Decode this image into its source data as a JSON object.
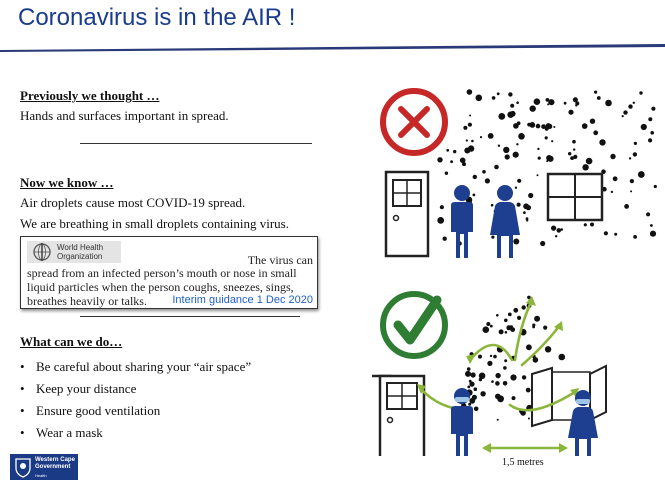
{
  "slide": {
    "title": "Coronavirus is in the AIR !",
    "section1": {
      "heading": "Previously we thought …",
      "text": "Hands and surfaces important in spread."
    },
    "section2": {
      "heading": "Now we know …",
      "line1": "Air droplets cause most COVID-19 spread.",
      "line2": "We are breathing in small droplets containing virus."
    },
    "who_quote": {
      "org_line1": "World Health",
      "org_line2": "Organization",
      "line1": "The virus can",
      "line2": "spread from an infected person’s mouth or nose in small",
      "line3": "liquid particles when the person coughs, sneezes, sings,",
      "line4": "breathes heavily or talks.",
      "source": "Interim guidance 1 Dec 2020"
    },
    "section3": {
      "heading": "What can we do…",
      "items": [
        "Be careful about sharing your “air space”",
        "Keep your distance",
        "Ensure good ventilation",
        "Wear a mask"
      ]
    },
    "footer_logo": {
      "line1": "Western Cape",
      "line2": "Government",
      "line3": "Health"
    },
    "distance_label": "1,5 metres"
  },
  "colors": {
    "title": "#1a3c8c",
    "cross": "#c62828",
    "check": "#2e7d32",
    "person": "#1e3f8f",
    "arrow": "#8bb63a",
    "mask": "#9fc6e8"
  },
  "icons": [
    "cross-circle-icon",
    "check-circle-icon",
    "door-icon",
    "window-icon",
    "person-icon"
  ]
}
